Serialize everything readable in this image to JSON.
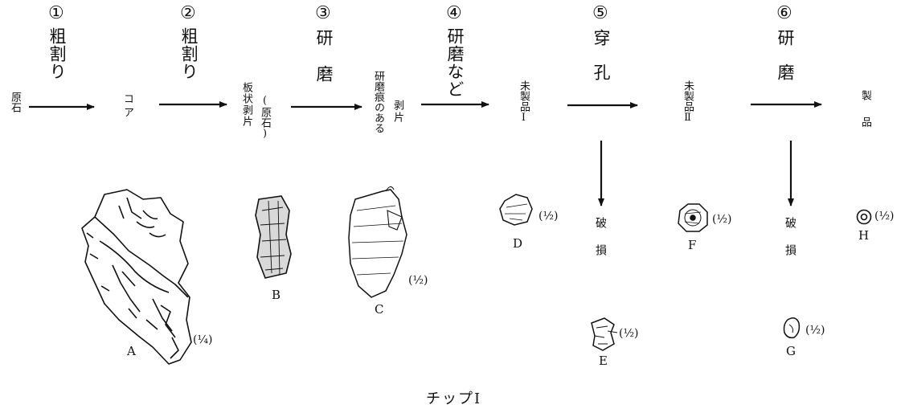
{
  "steps": [
    {
      "num": "①",
      "label": "粗割り"
    },
    {
      "num": "②",
      "label": "粗割り"
    },
    {
      "num": "③",
      "label": "研磨"
    },
    {
      "num": "④",
      "label": "研磨など"
    },
    {
      "num": "⑤",
      "label": "穿孔"
    },
    {
      "num": "⑥",
      "label": "研磨"
    }
  ],
  "stages": {
    "raw": "原石",
    "core": "コア",
    "flake": "板状剥片",
    "flake_note": "(原石)",
    "polished_flake_a": "研磨痕のある",
    "polished_flake_b": "剥片",
    "unfinished1": "未製品Ⅰ",
    "unfinished2": "未製品Ⅱ",
    "product": "製品"
  },
  "breakage": {
    "a": "破損",
    "b": "破損"
  },
  "specimens": {
    "A": {
      "letter": "A",
      "scale": "(¼)"
    },
    "B": {
      "letter": "B"
    },
    "C": {
      "letter": "C",
      "scale": "(½)"
    },
    "D": {
      "letter": "D",
      "scale": "(½)"
    },
    "E": {
      "letter": "E",
      "scale": "(½)"
    },
    "F": {
      "letter": "F",
      "scale": "(½)"
    },
    "G": {
      "letter": "G",
      "scale": "(½)"
    },
    "H": {
      "letter": "H",
      "scale": "(½)"
    }
  },
  "caption": "チップⅠ"
}
